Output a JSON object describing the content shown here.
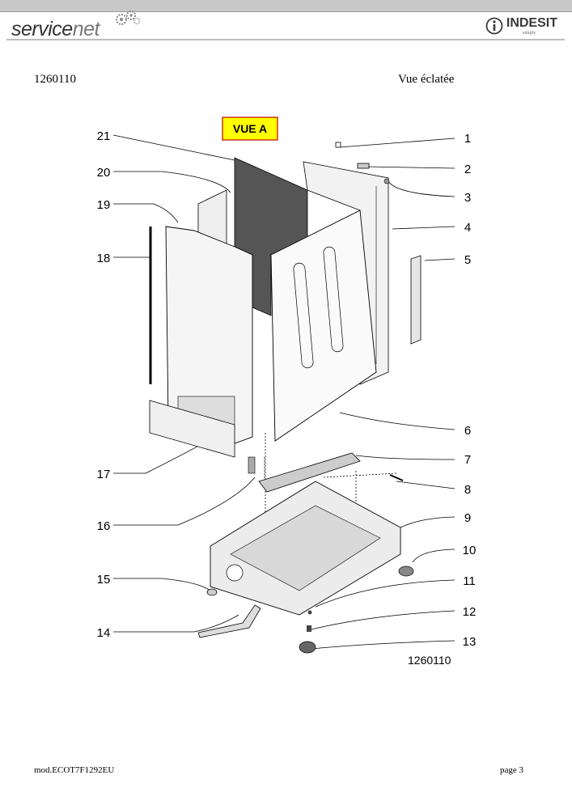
{
  "header": {
    "brand_left_a": "service",
    "brand_left_b": "net",
    "brand_right": "INDESIT",
    "brand_right_tag": "simply"
  },
  "doc": {
    "code": "1260110",
    "view_title": "Vue éclatée"
  },
  "diagram": {
    "view_label": "VUE A",
    "figure_code": "1260110",
    "label_color": "#ffff00",
    "callouts": [
      "1",
      "2",
      "3",
      "4",
      "5",
      "6",
      "7",
      "8",
      "9",
      "10",
      "11",
      "12",
      "13",
      "14",
      "15",
      "16",
      "17",
      "18",
      "19",
      "20",
      "21"
    ]
  },
  "footer": {
    "model": "mod.ECOT7F1292EU",
    "page": "page 3"
  }
}
